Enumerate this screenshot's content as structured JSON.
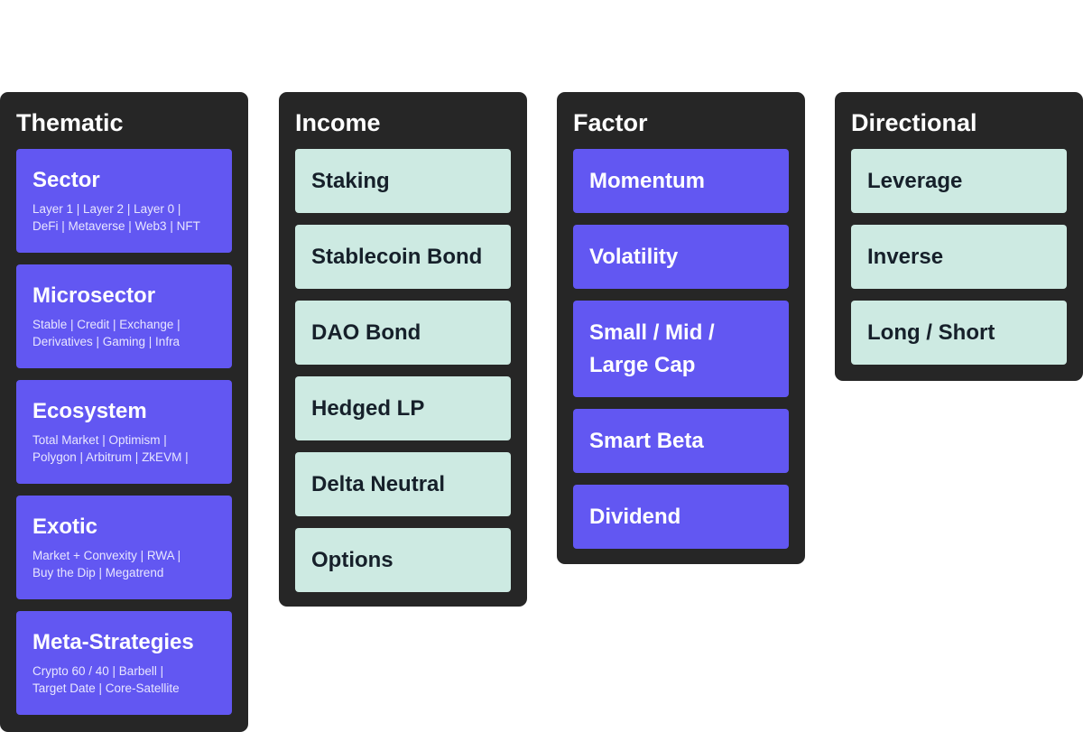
{
  "colors": {
    "panel": "#262626",
    "primary": "#6257f2",
    "secondary": "#cdeae2"
  },
  "columns": [
    {
      "title": "Thematic",
      "items": [
        {
          "title": "Sector",
          "line1": "Layer 1 | Layer 2 | Layer 0 |",
          "line2": "DeFi | Metaverse | Web3 | NFT"
        },
        {
          "title": "Microsector",
          "line1": "Stable | Credit | Exchange |",
          "line2": "Derivatives | Gaming | Infra"
        },
        {
          "title": "Ecosystem",
          "line1": "Total Market | Optimism |",
          "line2": "Polygon | Arbitrum | ZkEVM |"
        },
        {
          "title": "Exotic",
          "line1": "Market + Convexity | RWA |",
          "line2": "Buy the Dip | Megatrend"
        },
        {
          "title": "Meta-Strategies",
          "line1": "Crypto 60 / 40 | Barbell |",
          "line2": "Target Date | Core-Satellite"
        }
      ]
    },
    {
      "title": "Income",
      "items": [
        {
          "title": "Staking"
        },
        {
          "title": "Stablecoin Bond"
        },
        {
          "title": "DAO Bond"
        },
        {
          "title": "Hedged LP"
        },
        {
          "title": "Delta Neutral"
        },
        {
          "title": "Options"
        }
      ]
    },
    {
      "title": "Factor",
      "items": [
        {
          "title": "Momentum"
        },
        {
          "title": "Volatility"
        },
        {
          "title": "Small / Mid /",
          "title2": "Large Cap"
        },
        {
          "title": "Smart Beta"
        },
        {
          "title": "Dividend"
        }
      ]
    },
    {
      "title": "Directional",
      "items": [
        {
          "title": "Leverage"
        },
        {
          "title": "Inverse"
        },
        {
          "title": "Long / Short"
        }
      ]
    }
  ]
}
